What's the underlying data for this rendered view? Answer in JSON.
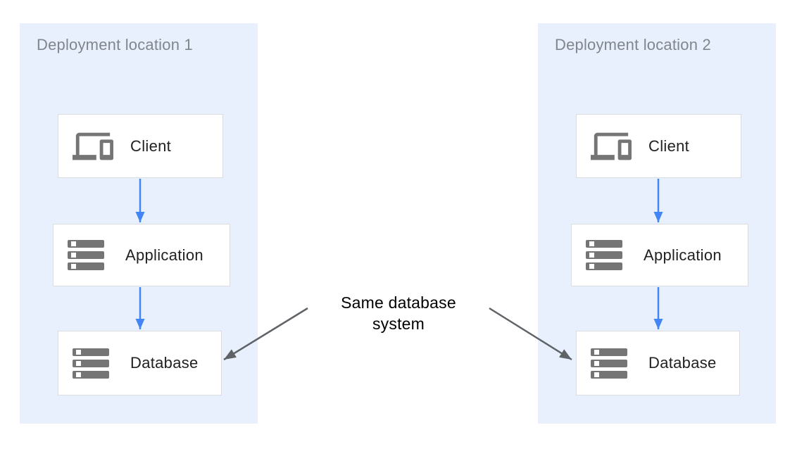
{
  "diagram": {
    "panels": [
      {
        "title": "Deployment location 1",
        "nodes": [
          {
            "label": "Client",
            "icon": "devices-icon"
          },
          {
            "label": "Application",
            "icon": "server-icon"
          },
          {
            "label": "Database",
            "icon": "server-icon"
          }
        ]
      },
      {
        "title": "Deployment location 2",
        "nodes": [
          {
            "label": "Client",
            "icon": "devices-icon"
          },
          {
            "label": "Application",
            "icon": "server-icon"
          },
          {
            "label": "Database",
            "icon": "server-icon"
          }
        ]
      }
    ],
    "annotation": {
      "text": "Same database\nsystem"
    }
  },
  "colors": {
    "page_bg": "#ffffff",
    "panel_bg": "#e8f0fe",
    "panel_title": "#80868b",
    "box_border": "#dadce0",
    "label_text": "#212121",
    "icon_gray": "#757575",
    "flow_arrow_blue": "#4285f4",
    "annotation_arrow_gray": "#5f6368",
    "annotation_text": "#000000"
  }
}
